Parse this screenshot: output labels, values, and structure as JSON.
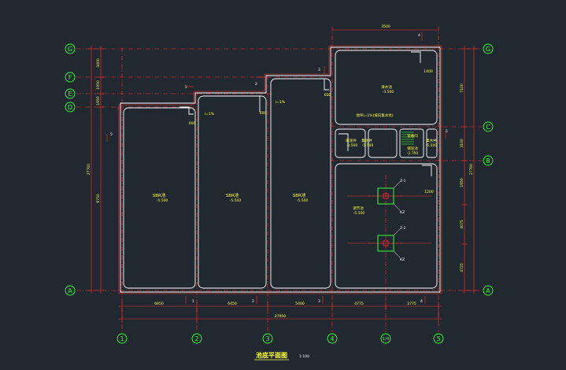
{
  "drawing": {
    "title": "池底平面图",
    "scale": "1:100",
    "colors": {
      "background": "#212830",
      "wall": "#ffffff",
      "dimension": "#ff2d2d",
      "text": "#ffff3c",
      "grid_bubble": "#33ff33",
      "column": "#33ff33"
    }
  },
  "grid": {
    "horizontal": [
      "G",
      "F",
      "E",
      "D",
      "C",
      "B",
      "A"
    ],
    "vertical": [
      "1",
      "2",
      "3",
      "4",
      "1/4",
      "5"
    ]
  },
  "rooms": [
    {
      "name": "SBR池",
      "elevation": "-5.500"
    },
    {
      "name": "SBR池",
      "elevation": "-5.500"
    },
    {
      "name": "SBR池",
      "elevation": "-5.500"
    },
    {
      "name": "清水池",
      "elevation": "-3.500"
    },
    {
      "name": "调节池",
      "elevation": "-5.500"
    },
    {
      "name": "集泥井",
      "elevation": "-5.500"
    },
    {
      "name": "吸泥井",
      "elevation": "-3.500"
    },
    {
      "name": "设备间",
      "elevation": ""
    },
    {
      "name": "储泥池",
      "elevation": "-2.750"
    },
    {
      "name": "集水井",
      "elevation": "-5.500"
    }
  ],
  "annotations": {
    "slope_note": "地坪i=1%(坡向集水坑)",
    "sump_detail": "600",
    "sump_width": "1400",
    "outlet_width": "1200",
    "column_tags": [
      "Z-1",
      "Z-2",
      "KZ"
    ],
    "drain_slope": "i=1%"
  },
  "dimensions": {
    "top": "3500",
    "bottom": [
      "6850",
      "6450",
      "5400",
      "4775",
      "2775"
    ],
    "bottom_total": "27950",
    "left": [
      "3400",
      "1950",
      "1950",
      "9750"
    ],
    "left_total": "27700",
    "right": [
      "7100",
      "3100",
      "1950",
      "4075",
      "4725"
    ],
    "right_total": "27700"
  },
  "section_marks": [
    "1",
    "2",
    "3",
    "4",
    "5"
  ]
}
